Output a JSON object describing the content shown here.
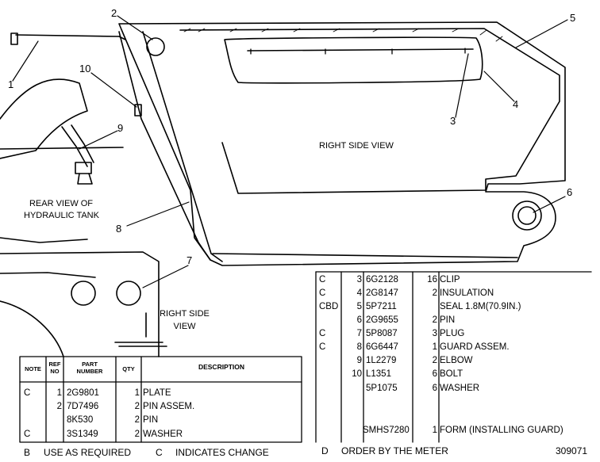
{
  "callouts": [
    "1",
    "2",
    "3",
    "4",
    "5",
    "6",
    "7",
    "8",
    "9",
    "10"
  ],
  "captions": {
    "right_side_view_main": "RIGHT SIDE VIEW",
    "rear_view_line1": "REAR VIEW OF",
    "rear_view_line2": "HYDRAULIC TANK",
    "right_side_view_small_line1": "RIGHT SIDE",
    "right_side_view_small_line2": "VIEW"
  },
  "left_table": {
    "headers": {
      "note": "NOTE",
      "ref1": "REF",
      "ref2": "NO",
      "part1": "PART",
      "part2": "NUMBER",
      "qty": "QTY",
      "desc": "DESCRIPTION"
    },
    "rows": [
      {
        "note": "C",
        "ref": "1",
        "part": "2G9801",
        "qty": "1",
        "desc": "PLATE"
      },
      {
        "note": "",
        "ref": "2",
        "part": "7D7496",
        "qty": "2",
        "desc": "PIN ASSEM."
      },
      {
        "note": "",
        "ref": "",
        "part": "8K530",
        "qty": "2",
        "desc": "PIN"
      },
      {
        "note": "C",
        "ref": "",
        "part": "3S1349",
        "qty": "2",
        "desc": "WASHER"
      }
    ]
  },
  "right_table": {
    "rows": [
      {
        "note": "C",
        "ref": "3",
        "part": "6G2128",
        "qty": "16",
        "desc": "CLIP"
      },
      {
        "note": "C",
        "ref": "4",
        "part": "2G8147",
        "qty": "2",
        "desc": "INSULATION"
      },
      {
        "note": "CBD",
        "ref": "5",
        "part": "5P7211",
        "qty": "",
        "desc": "SEAL 1.8M(70.9IN.)"
      },
      {
        "note": "",
        "ref": "6",
        "part": "2G9655",
        "qty": "2",
        "desc": "PIN"
      },
      {
        "note": "C",
        "ref": "7",
        "part": "5P8087",
        "qty": "3",
        "desc": "PLUG"
      },
      {
        "note": "C",
        "ref": "8",
        "part": "6G6447",
        "qty": "1",
        "desc": "GUARD ASSEM."
      },
      {
        "note": "",
        "ref": "9",
        "part": "1L2279",
        "qty": "2",
        "desc": "ELBOW"
      },
      {
        "note": "",
        "ref": "10",
        "part": "L1351",
        "qty": "6",
        "desc": "BOLT"
      },
      {
        "note": "",
        "ref": "",
        "part": "5P1075",
        "qty": "6",
        "desc": "WASHER"
      },
      {
        "note": "",
        "ref": "",
        "part": "SMHS7280",
        "qty": "1",
        "desc": "FORM (INSTALLING GUARD)"
      }
    ]
  },
  "footnotes": {
    "b_key": "B",
    "b_text": "USE AS REQUIRED",
    "c_key": "C",
    "c_text": "INDICATES CHANGE",
    "d_key": "D",
    "d_text": "ORDER BY THE METER",
    "illustration_number": "309071"
  }
}
